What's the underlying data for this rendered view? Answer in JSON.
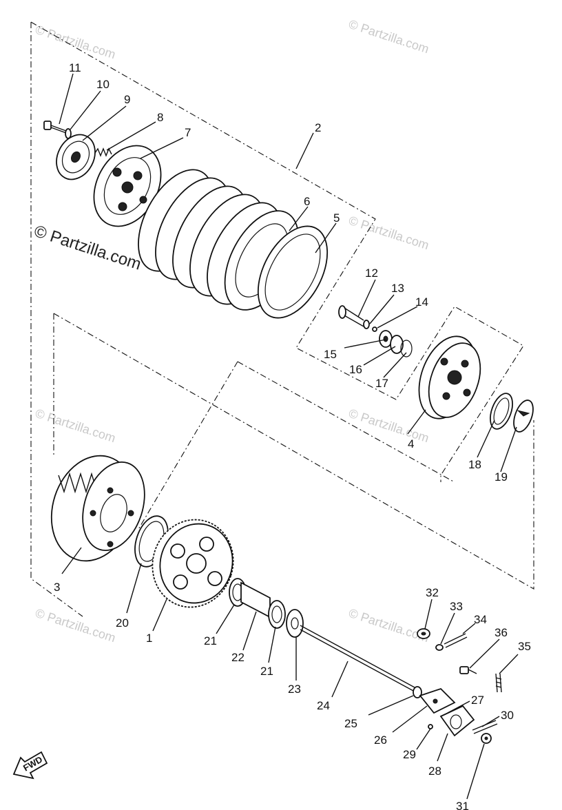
{
  "watermarks": {
    "small": "© Partzilla.com",
    "large": "© Partzilla.com"
  },
  "fwd_label": "FWD",
  "callouts": {
    "c1": "1",
    "c2": "2",
    "c3": "3",
    "c4": "4",
    "c5": "5",
    "c6": "6",
    "c7": "7",
    "c8": "8",
    "c9": "9",
    "c10": "10",
    "c11": "11",
    "c12": "12",
    "c13": "13",
    "c14": "14",
    "c15": "15",
    "c16": "16",
    "c17": "17",
    "c18": "18",
    "c19": "19",
    "c20": "20",
    "c21a": "21",
    "c21b": "21",
    "c22": "22",
    "c23": "23",
    "c24": "24",
    "c25": "25",
    "c26": "26",
    "c27": "27",
    "c28": "28",
    "c29": "29",
    "c30": "30",
    "c31": "31",
    "c32": "32",
    "c33": "33",
    "c34": "34",
    "c35": "35",
    "c36": "36"
  }
}
